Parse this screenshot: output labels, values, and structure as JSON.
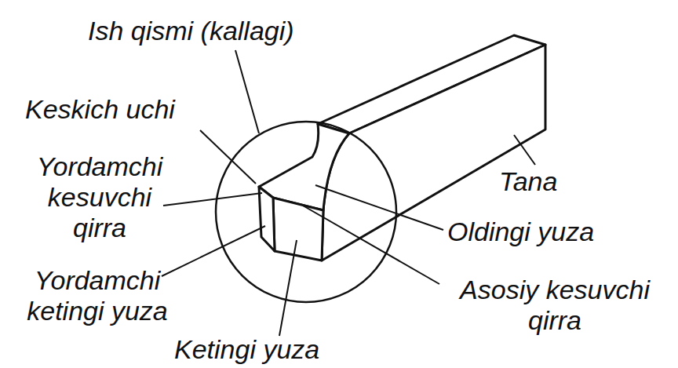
{
  "diagram": {
    "labels": [
      "Ish qismi (kallagi)",
      "Keskich uchi",
      "Yordamchi kesuvchi qirra",
      "Yordamchi ketingi yuza",
      "Ketingi yuza",
      "Tana",
      "Oldingi yuza",
      "Asosiy kesuvchi qirra"
    ]
  }
}
